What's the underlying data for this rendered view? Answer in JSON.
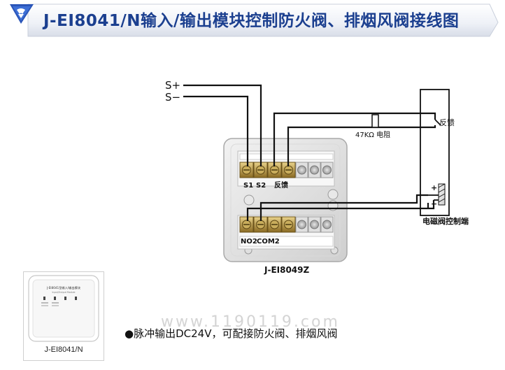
{
  "title": "J-EI8041/N输入/输出模块控制防火阀、排烟风阀接线图",
  "labels": {
    "s_plus": "S+",
    "s_minus": "S−",
    "resistor": "47KΩ 电阻",
    "feedback_right": "反馈",
    "terminal_s1": "S1",
    "terminal_s2": "S2",
    "terminal_feedback": "反馈",
    "terminal_no2": "NO2",
    "terminal_com2": "COM2",
    "plus": "+",
    "minus": "−",
    "valve_control": "电磁阀控制端",
    "base_model": "J-EI8049Z"
  },
  "note": "●脉冲输出DC24V，可配接防火阀、排烟风阀",
  "watermark": "www.1190119.com",
  "product": {
    "caption": "J-EI8041/N",
    "panel_title": "J-EI8041型输入/输出模块",
    "panel_subtitle": "Input/Output Module"
  },
  "colors": {
    "title": "#1b3f8f",
    "banner_accent": "#2a55b8",
    "wire": "#111111"
  }
}
